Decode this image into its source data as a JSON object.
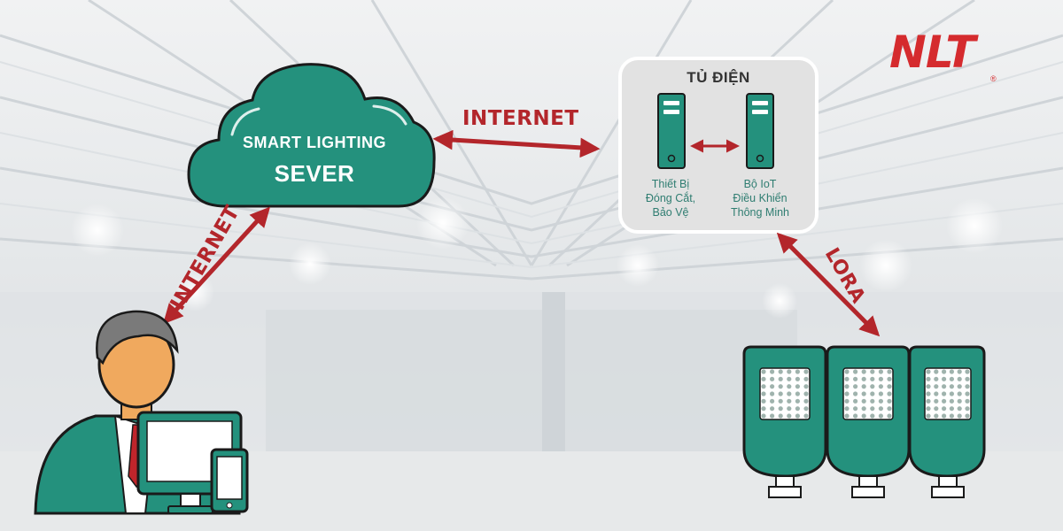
{
  "logo": {
    "brand": "NLT",
    "mark": "®"
  },
  "server": {
    "line1": "SMART LIGHTING",
    "line2": "SEVER"
  },
  "links": {
    "server_cabinet": "INTERNET",
    "user_server": "INTERNET",
    "cabinet_lights": "LORA"
  },
  "cabinet": {
    "title": "TỦ ĐIỆN",
    "devices": [
      {
        "lines": [
          "Thiết Bị",
          "Đóng Cắt,",
          "Bảo Vệ"
        ]
      },
      {
        "lines": [
          "Bộ IoT",
          "Điều Khiển",
          "Thông Minh"
        ]
      }
    ]
  },
  "colors": {
    "accent_green": "#24917d",
    "arrow_red": "#b3262b",
    "logo_red": "#d52b2e",
    "background": "#e9ecee"
  }
}
